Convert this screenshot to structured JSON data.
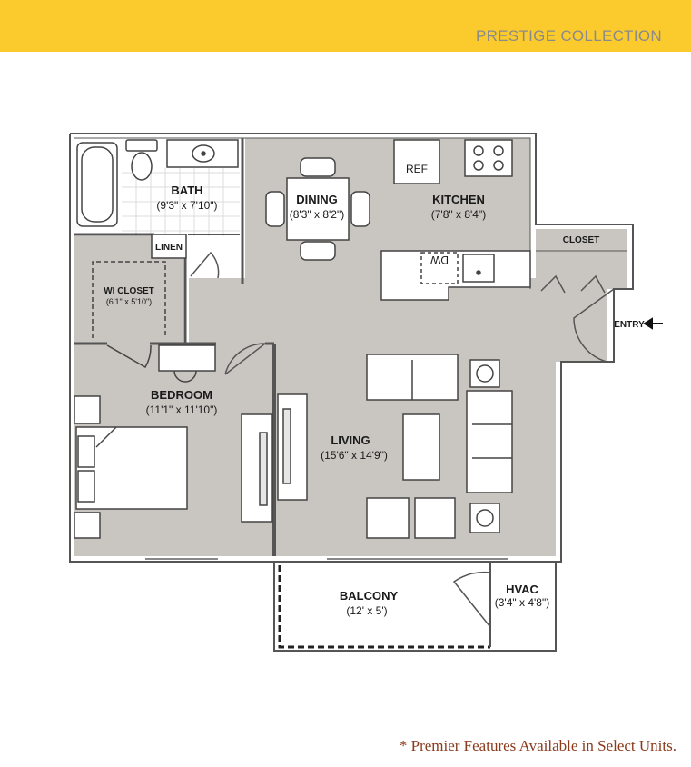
{
  "header": {
    "collection": "PRESTIGE COLLECTION"
  },
  "rooms": {
    "bath": {
      "name": "BATH",
      "size": "(9'3\" x 7'10\")"
    },
    "dining": {
      "name": "DINING",
      "size": "(8'3\" x 8'2\")"
    },
    "kitchen": {
      "name": "KITCHEN",
      "size": "(7'8\" x 8'4\")"
    },
    "ref": {
      "name": "REF"
    },
    "dw": {
      "name": "DW"
    },
    "linen": {
      "name": "LINEN"
    },
    "wi_closet": {
      "name": "WI CLOSET",
      "size": "(6'1\" x 5'10\")"
    },
    "closet": {
      "name": "CLOSET"
    },
    "entry": {
      "name": "ENTRY"
    },
    "bedroom": {
      "name": "BEDROOM",
      "size": "(11'1\" x 11'10\")"
    },
    "living": {
      "name": "LIVING",
      "size": "(15'6\" x 14'9\")"
    },
    "balcony": {
      "name": "BALCONY",
      "size": "(12' x 5')"
    },
    "hvac": {
      "name": "HVAC",
      "size": "(3'4\" x 4'8\")"
    }
  },
  "colors": {
    "banner": "#fbcb2d",
    "floor": "#c9c6c1",
    "wall": "#555555",
    "footnote": "#8b3a1c"
  },
  "footnote": "* Premier Features Available in Select Units."
}
